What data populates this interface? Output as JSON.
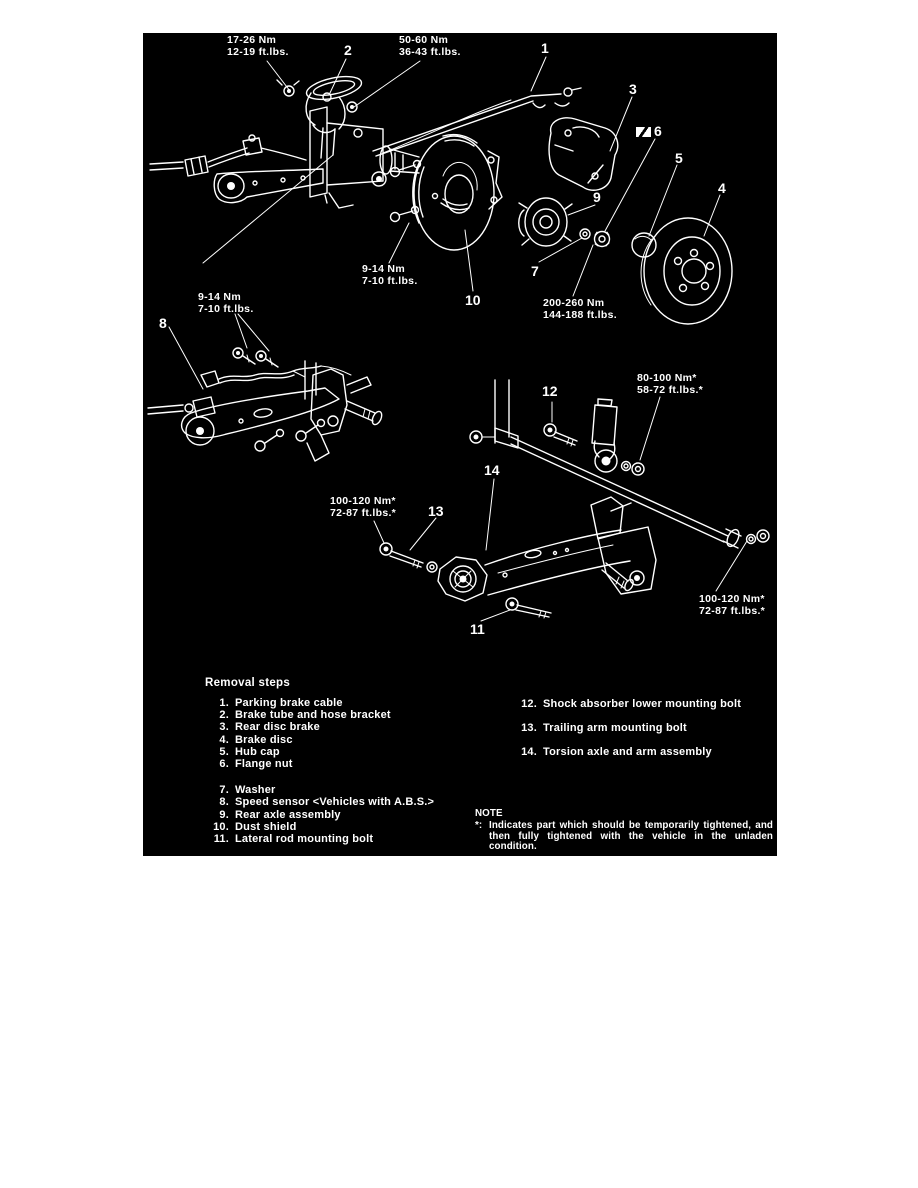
{
  "panel": {
    "background": "#000000",
    "ink": "#ffffff"
  },
  "diagram": {
    "torque_labels": [
      {
        "line1": "17-26 Nm",
        "line2": "12-19 ft.lbs."
      },
      {
        "line1": "50-60 Nm",
        "line2": "36-43 ft.lbs."
      },
      {
        "line1": "9-14 Nm",
        "line2": "7-10 ft.lbs."
      },
      {
        "line1": "200-260 Nm",
        "line2": "144-188 ft.lbs."
      },
      {
        "line1": "9-14 Nm",
        "line2": "7-10 ft.lbs."
      },
      {
        "line1": "80-100 Nm*",
        "line2": "58-72 ft.lbs.*"
      },
      {
        "line1": "100-120 Nm*",
        "line2": "72-87 ft.lbs.*"
      },
      {
        "line1": "100-120 Nm*",
        "line2": "72-87 ft.lbs.*"
      }
    ],
    "callouts": {
      "n1": "1",
      "n2": "2",
      "n3": "3",
      "n4": "4",
      "n5": "5",
      "n6": "6",
      "n7": "7",
      "n8": "8",
      "n9": "9",
      "n10": "10",
      "n11": "11",
      "n12": "12",
      "n13": "13",
      "n14": "14"
    }
  },
  "removal_steps": {
    "title": "Removal steps",
    "left": [
      {
        "num": "1.",
        "label": "Parking brake cable"
      },
      {
        "num": "2.",
        "label": "Brake tube and hose bracket"
      },
      {
        "num": "3.",
        "label": "Rear disc brake"
      },
      {
        "num": "4.",
        "label": "Brake disc"
      },
      {
        "num": "5.",
        "label": "Hub cap"
      },
      {
        "num": "6.",
        "label": "Flange nut"
      },
      {
        "num": "7.",
        "label": "Washer"
      },
      {
        "num": "8.",
        "label": "Speed sensor <Vehicles with A.B.S.>"
      },
      {
        "num": "9.",
        "label": "Rear axle assembly"
      },
      {
        "num": "10.",
        "label": "Dust shield"
      },
      {
        "num": "11.",
        "label": "Lateral rod mounting bolt"
      }
    ],
    "right": [
      {
        "num": "12.",
        "label": "Shock absorber lower mounting bolt"
      },
      {
        "num": "13.",
        "label": "Trailing arm mounting bolt"
      },
      {
        "num": "14.",
        "label": "Torsion axle and arm assembly"
      }
    ]
  },
  "note": {
    "title": "NOTE",
    "marker": "*:",
    "text": "Indicates part which should be temporarily tightened, and then fully tightened with the vehicle in the unladen condition."
  }
}
